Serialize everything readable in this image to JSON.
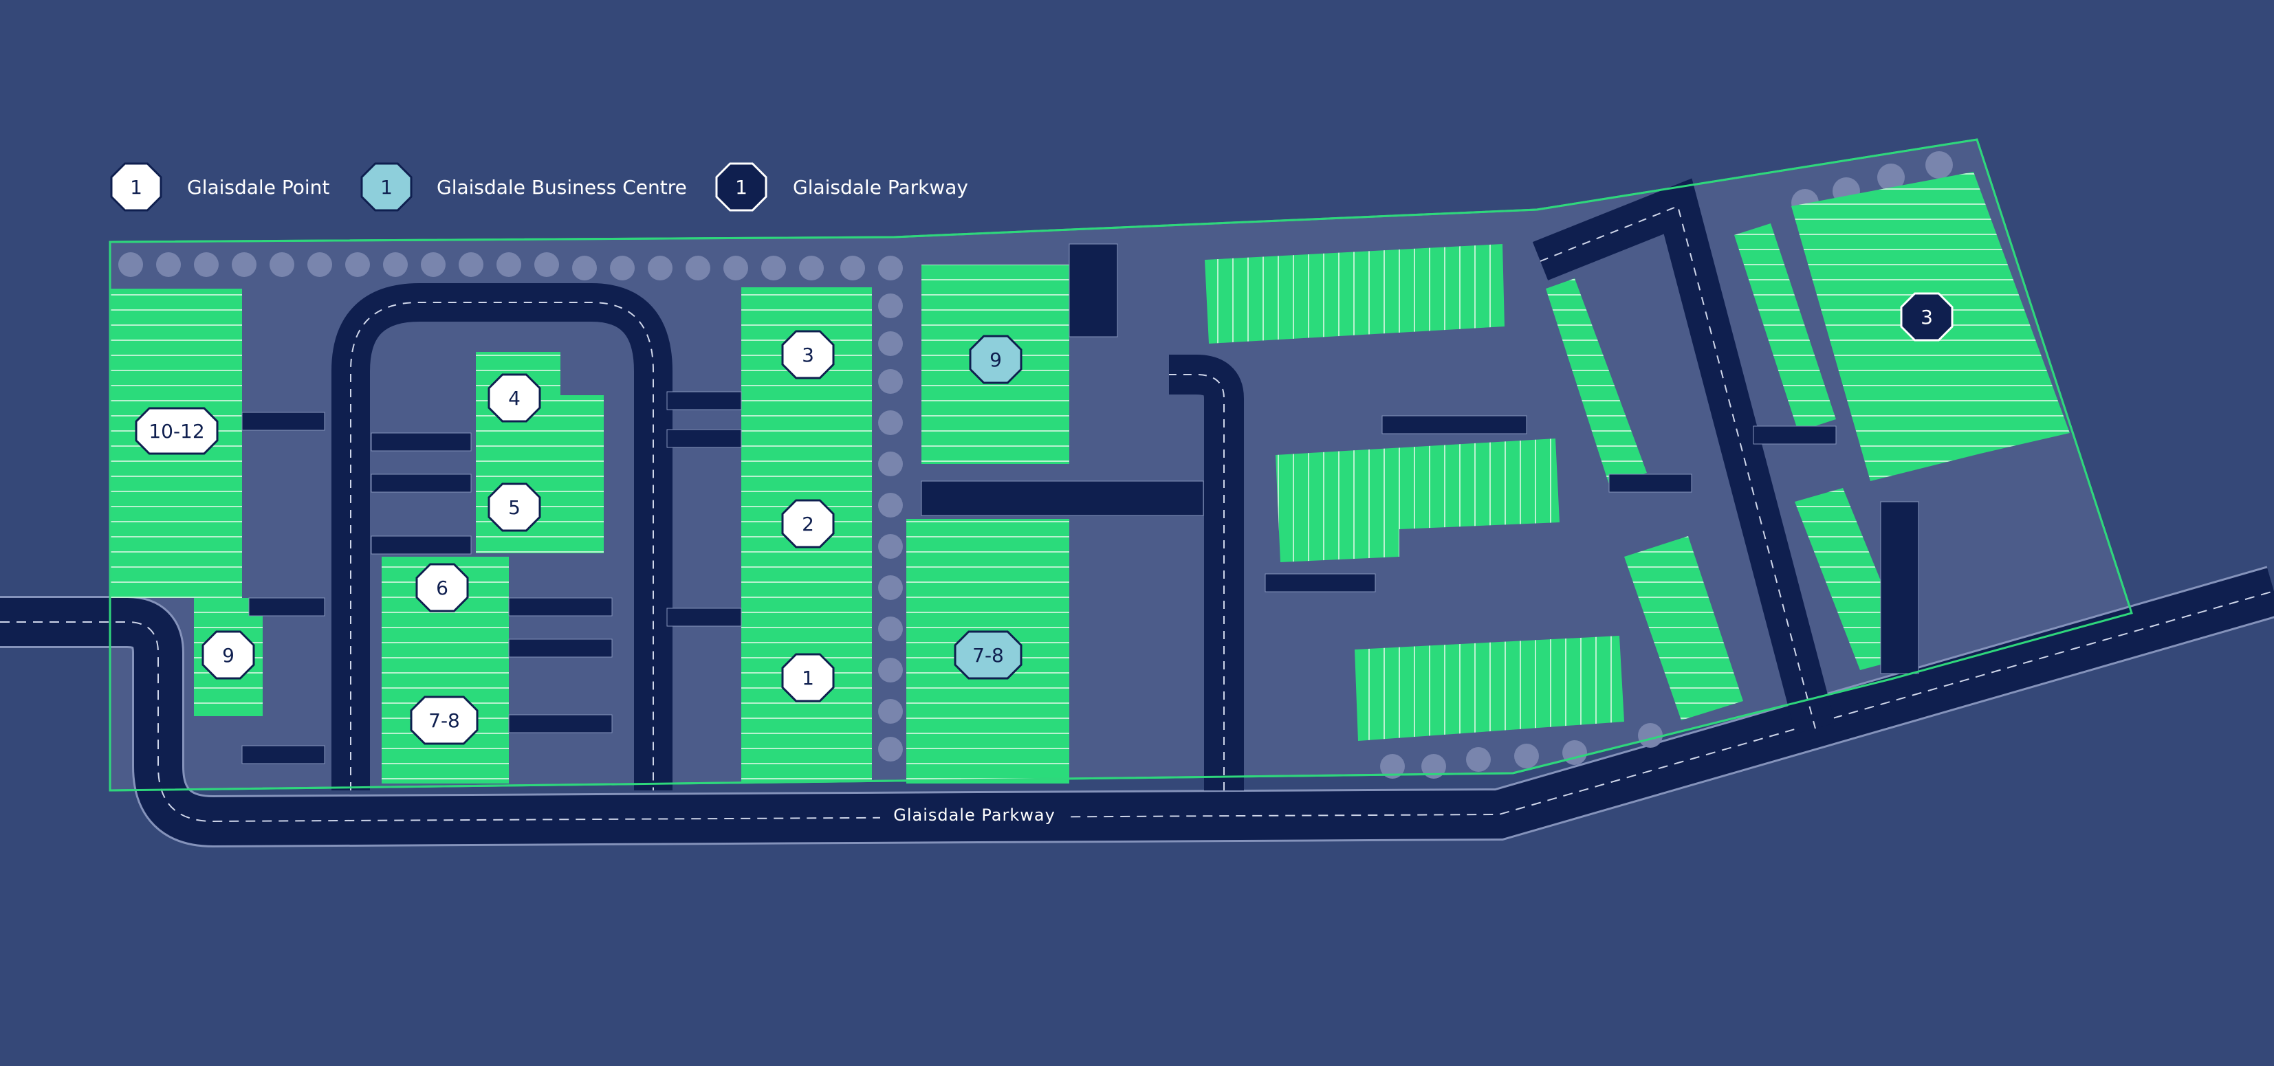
{
  "colors": {
    "background": "#354878",
    "site": "#4c5c8a",
    "road": "#0f1f4f",
    "road_edge": "#8593bb",
    "green": "#2bdb7b",
    "green_light": "#52e896",
    "outline": "#2fd77c",
    "point_fill": "#ffffff",
    "business_fill": "#8ecfdb",
    "parkway_fill": "#0f1f4f",
    "tree": "#7985ad"
  },
  "legend": {
    "items": [
      {
        "number": "1",
        "label": "Glaisdale Point",
        "style": "point"
      },
      {
        "number": "1",
        "label": "Glaisdale Business Centre",
        "style": "business"
      },
      {
        "number": "1",
        "label": "Glaisdale Parkway",
        "style": "parkway"
      }
    ]
  },
  "road_label": "Glaisdale Parkway",
  "units": [
    {
      "id": "10-12",
      "label": "10-12",
      "style": "point"
    },
    {
      "id": "9-left",
      "label": "9",
      "style": "point"
    },
    {
      "id": "4",
      "label": "4",
      "style": "point"
    },
    {
      "id": "5",
      "label": "5",
      "style": "point"
    },
    {
      "id": "6",
      "label": "6",
      "style": "point"
    },
    {
      "id": "7-8-left",
      "label": "7-8",
      "style": "point"
    },
    {
      "id": "3-centre",
      "label": "3",
      "style": "point"
    },
    {
      "id": "2",
      "label": "2",
      "style": "point"
    },
    {
      "id": "1",
      "label": "1",
      "style": "point"
    },
    {
      "id": "9-business",
      "label": "9",
      "style": "business"
    },
    {
      "id": "7-8-business",
      "label": "7-8",
      "style": "business"
    },
    {
      "id": "3-parkway",
      "label": "3",
      "style": "parkway"
    }
  ]
}
